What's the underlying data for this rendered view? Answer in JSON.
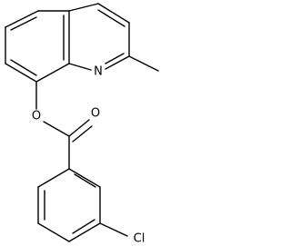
{
  "molecule": {
    "atoms": {
      "nitrogen": "N",
      "ether_oxygen": "O",
      "carbonyl_oxygen": "O",
      "chlorine": "Cl"
    }
  }
}
